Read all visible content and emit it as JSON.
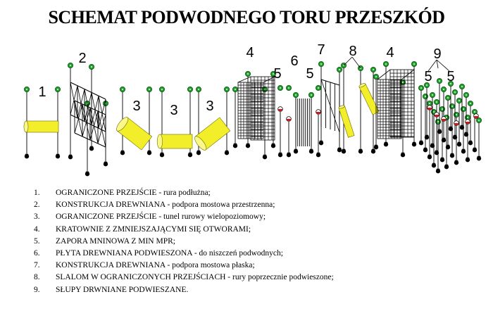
{
  "title": "SCHEMAT PODWODNEGO TORU PRZESZKÓD",
  "diagram_labels": [
    "1",
    "2",
    "3",
    "3",
    "3",
    "4",
    "5",
    "6",
    "5",
    "7",
    "8",
    "4",
    "9",
    "5",
    "5"
  ],
  "legend": [
    {
      "number": "1.",
      "name": "OGRANICZONE PRZEJŚCIE",
      "desc": " - rura podłużna;"
    },
    {
      "number": "2.",
      "name": "KONSTRUKCJA DREWNIANA",
      "desc": " - podpora mostowa przestrzenna;"
    },
    {
      "number": "3.",
      "name": "OGRANICZONE PRZEJŚCIE",
      "desc": " - tunel rurowy wielopoziomowy;"
    },
    {
      "number": "4.",
      "name": "KRATOWNIE Z ZMNIEJSZAJĄCYMI SIĘ OTWORAMI;",
      "desc": ""
    },
    {
      "number": "5.",
      "name": "ZAPORA MNINOWA Z MIN MPR;",
      "desc": ""
    },
    {
      "number": "6.",
      "name": "PŁYTA DREWNIANA PODWIESZONA",
      "desc": " - do niszczeń podwodnych;"
    },
    {
      "number": "7.",
      "name": "KONSTRUKCJA DREWNIANA",
      "desc": " - podpora mostowa płaska;"
    },
    {
      "number": "8.",
      "name": "SLALOM W OGRANICZONYCH PRZEJŚCIACH",
      "desc": " - rury poprzecznie podwieszone;"
    },
    {
      "number": "9.",
      "name": "SŁUPY DRWNIANE PODWIESZANE.",
      "desc": ""
    }
  ],
  "colors": {
    "float": "#1fa32a",
    "pipe": "#f2ee2a",
    "anchor": "#000000",
    "mine": "#cc1b1b"
  }
}
